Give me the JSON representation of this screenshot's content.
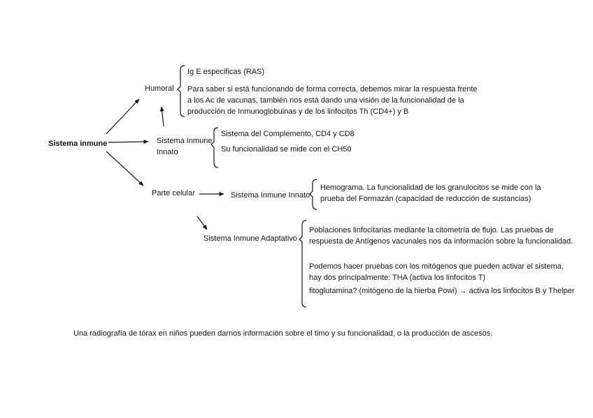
{
  "diagram": {
    "nodes": {
      "root": "Sistema inmune",
      "humoral": "Humoral",
      "innato1_l1": "Sistema Inmune",
      "innato1_l2": "Innato",
      "parte_celular": "Parte celular",
      "innato2": "Sistema Inmune Innato",
      "adaptativo": "Sistema Inmune Adaptativo"
    },
    "humoral_group": {
      "ige": "Ig E especificas (RAS)",
      "vacunas": "Para saber si está funcionando de forma correcta, debemos mirar la respuesta frente a los Ac de vacunas, también nos está dando una visión de la funcionalidad de la producción de Inmunoglobuinas y de los linfocitos Th (CD4+) y B"
    },
    "innato_group": {
      "complemento": "Sistema del Complemento, CD4 y CD8",
      "ch50": "Su funcionalidad se mide con el CH50"
    },
    "innato2_group": {
      "hemograma": "Hemograma. La funcionalidad de los granulocitos se mide con la prueba del Formazán (capacidad de reducción de sustancias)"
    },
    "adaptativo_group": {
      "poblaciones": "Poblaciones linfocitarias mediante la citometría de flujo. Las pruebas de respuesta de Antígenos vacunales nos da información sobre la funcionalidad.",
      "mitogenos": "Podemos hacer pruebas con los mitógenos que pueden activar el sistema, hay dos principalmente: THA (activa los linfocitos T)",
      "fitoglutamina": "fitoglutamina? (mitógeno de la hierba Powi) → activa los linfocitos B y Thelper"
    },
    "footnote": "Una radiografía de tórax en niños pueden darnos información sobre el timo y su funcionalidad, o la producción de ascesos."
  }
}
